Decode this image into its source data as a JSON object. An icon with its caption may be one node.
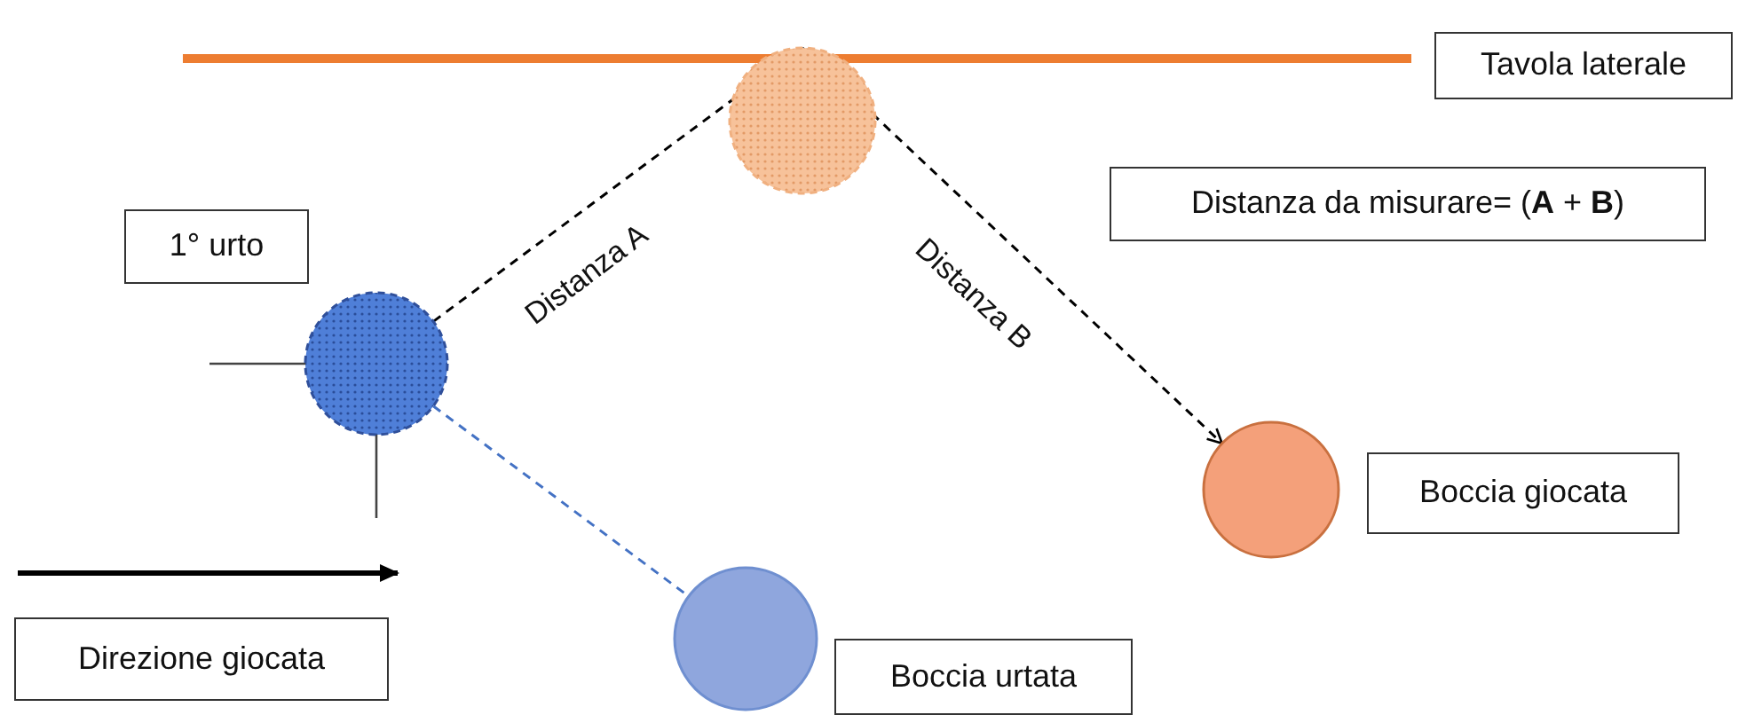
{
  "diagram": {
    "nodes": [
      {
        "text": [
          "Tavola laterale"
        ]
      },
      {
        "text": [
          "Distanza da misurare= (**A** + **B**)"
        ]
      },
      {
        "text": [
          "1° urto"
        ]
      },
      {
        "text": [
          "Boccia giocata"
        ]
      },
      {
        "text": [
          "Direzione giocata"
        ]
      },
      {
        "text": [
          "Boccia urtata"
        ]
      },
      {
        "text": [],
        "shape": "circle"
      },
      {
        "text": [],
        "shape": "circle"
      },
      {
        "text": [],
        "shape": "circle"
      },
      {
        "text": [],
        "shape": "circle"
      }
    ],
    "edges": [
      {
        "from": 6,
        "to": 7,
        "arrow": "none",
        "style": "dashed",
        "label": "Distanza A"
      },
      {
        "from": 7,
        "to": 8,
        "arrow": "to",
        "style": "dashed",
        "label": "Distanza B"
      },
      {
        "from": 6,
        "to": 9,
        "arrow": "none",
        "style": "dashed",
        "color": "#4472c4"
      }
    ]
  }
}
